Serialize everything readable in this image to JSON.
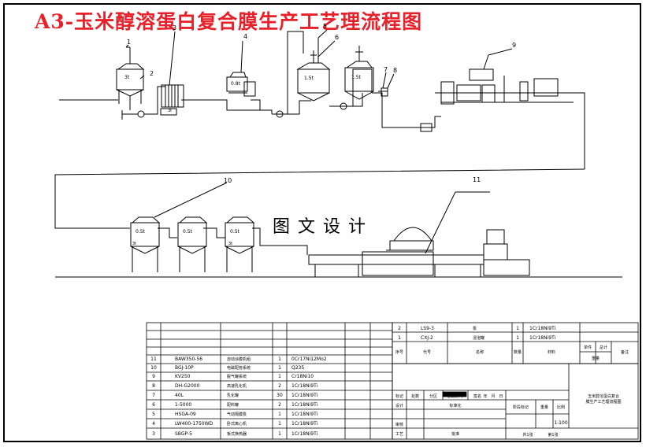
{
  "title": "A3-玉米醇溶蛋白复合膜生产工艺理流程图",
  "watermark": "图文设计",
  "callouts": [
    "1",
    "2",
    "3",
    "4",
    "5",
    "6",
    "7",
    "8",
    "9",
    "10",
    "11"
  ],
  "vessel_labels": [
    "3t",
    "0.8t",
    "1.5t",
    "1.5t",
    "0.5t",
    "0.5t",
    "0.5t"
  ],
  "side_labels": [
    "3t",
    "3t",
    "3t"
  ],
  "parts_list": {
    "rows": [
      {
        "no": "11",
        "code": "BAW350-56",
        "name": "自动涂膜机组",
        "qty": "1",
        "mat": "0Cr17Ni12Mo2"
      },
      {
        "no": "10",
        "code": "BGJ-10P",
        "name": "电磁配管系统",
        "qty": "1",
        "mat": "Q235"
      },
      {
        "no": "9",
        "code": "KV250",
        "name": "脱气罐系统",
        "qty": "1",
        "mat": "Cr18Ni10"
      },
      {
        "no": "8",
        "code": "DH-G2000",
        "name": "高速乳化机",
        "qty": "2",
        "mat": "1Cr18Ni9Ti"
      },
      {
        "no": "7",
        "code": "40L",
        "name": "乳化罐",
        "qty": "30",
        "mat": "1Cr18Ni9Ti"
      },
      {
        "no": "6",
        "code": "1-5000",
        "name": "配料罐",
        "qty": "2",
        "mat": "1Cr18Ni9Ti"
      },
      {
        "no": "5",
        "code": "HSGA-09",
        "name": "气动隔膜泵",
        "qty": "1",
        "mat": "1Cr18Ni9Ti"
      },
      {
        "no": "4",
        "code": "LW400-1750WD",
        "name": "卧式离心机",
        "qty": "1",
        "mat": "1Cr18Ni9Ti"
      },
      {
        "no": "3",
        "code": "SBGP-5",
        "name": "板式换热器",
        "qty": "1",
        "mat": "1Cr18Ni9Ti"
      }
    ],
    "upper_rows": [
      {
        "no": "2",
        "code": "LS9-3",
        "name": "泵",
        "qty": "1",
        "mat": "1Cr18Ni9Ti"
      },
      {
        "no": "1",
        "code": "CXJ-2",
        "name": "浸泡罐",
        "qty": "1",
        "mat": "1Cr18Ni9Ti"
      }
    ],
    "header": {
      "no": "序号",
      "code": "代号",
      "name": "名称",
      "qty": "数量",
      "mat": "材料",
      "unit_w": "单件",
      "total_w": "总计",
      "weight": "重量",
      "note": "备注"
    }
  },
  "title_block": {
    "drawing_name": "玉米醇溶蛋白复合膜生产工艺理流程图",
    "labels": [
      "标记",
      "处数",
      "分区",
      "更改文件号",
      "签名",
      "年",
      "月",
      "日",
      "设计",
      "标准化",
      "审核",
      "工艺",
      "批准",
      "阶段标记",
      "重量",
      "比例"
    ],
    "scale": "1:100",
    "sheets_total": "共1张",
    "sheet_no": "第1张"
  }
}
